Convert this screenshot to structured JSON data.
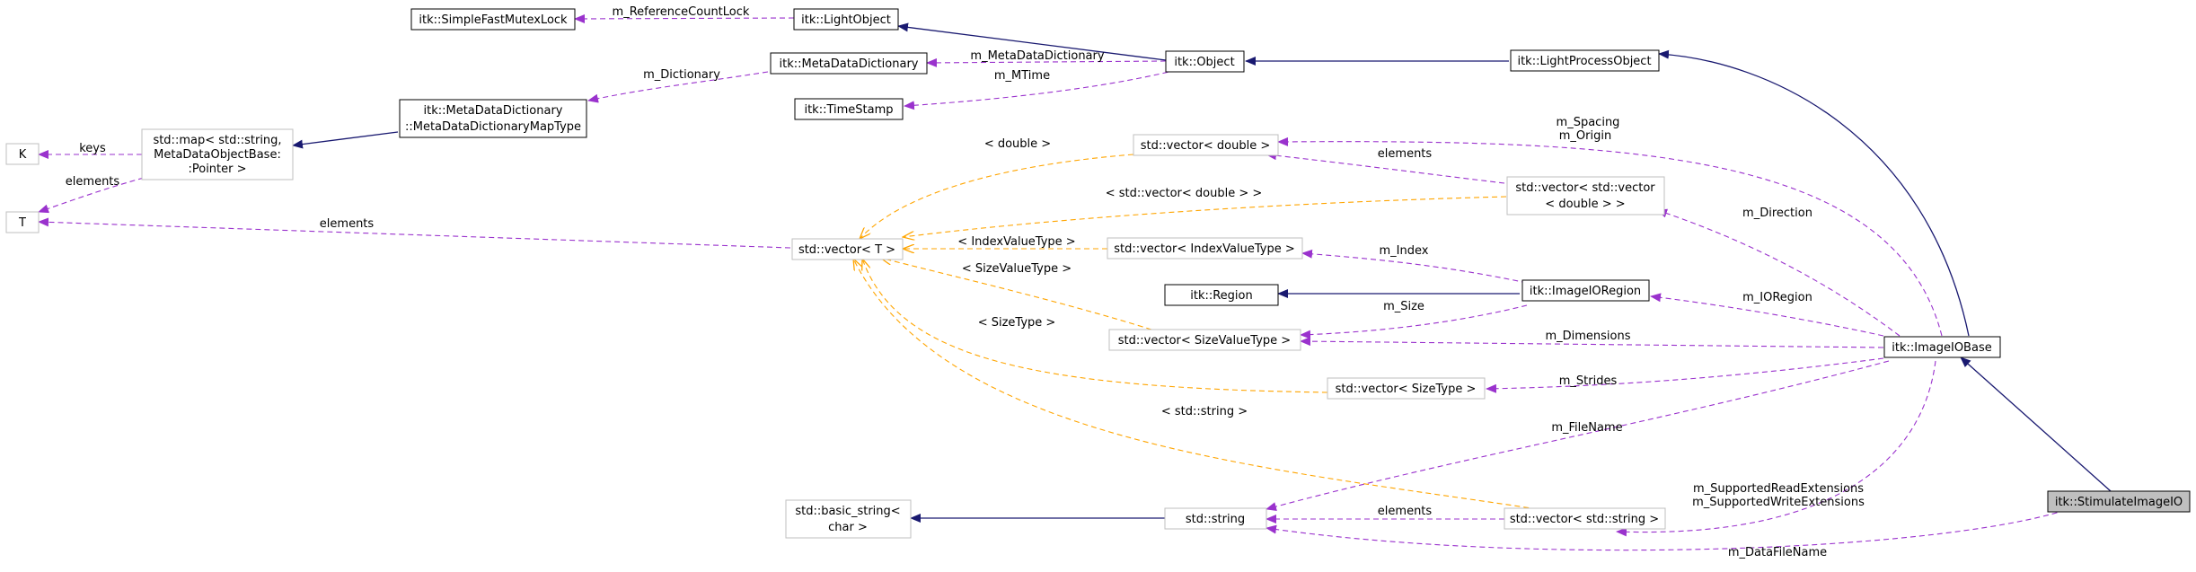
{
  "colors": {
    "inheritance": "#191970",
    "member": "#9a32cd",
    "template": "#ffa500",
    "solid_border": "#000000",
    "template_border": "#bfbfbf",
    "highlight_fill": "#bfbfbf"
  },
  "nodes": {
    "simplefastmutexlock": {
      "label": "itk::SimpleFastMutexLock"
    },
    "lightobject": {
      "label": "itk::LightObject"
    },
    "metadatadictionary": {
      "label": "itk::MetaDataDictionary"
    },
    "object": {
      "label": "itk::Object"
    },
    "lightprocessobject": {
      "label": "itk::LightProcessObject"
    },
    "timestamp": {
      "label": "itk::TimeStamp"
    },
    "maptype": {
      "line1": "itk::MetaDataDictionary",
      "line2": "::MetaDataDictionaryMapType"
    },
    "stdmap": {
      "line1": "std::map< std::string,",
      "line2": "MetaDataObjectBase:",
      "line3": ":Pointer >"
    },
    "k": {
      "label": "K"
    },
    "t": {
      "label": "T"
    },
    "vector_double": {
      "label": "std::vector< double >"
    },
    "vector_vector": {
      "line1": "std::vector< std::vector",
      "line2": "< double > >"
    },
    "vector_t": {
      "label": "std::vector< T >"
    },
    "vector_indexvaluetype": {
      "label": "std::vector< IndexValueType >"
    },
    "region": {
      "label": "itk::Region"
    },
    "imageioregion": {
      "label": "itk::ImageIORegion"
    },
    "vector_sizevaluetype": {
      "label": "std::vector< SizeValueType >"
    },
    "imageiobase": {
      "label": "itk::ImageIOBase"
    },
    "vector_sizetype": {
      "label": "std::vector< SizeType >"
    },
    "basic_string": {
      "line1": "std::basic_string<",
      "line2": "char >"
    },
    "string": {
      "label": "std::string"
    },
    "vector_string": {
      "label": "std::vector< std::string >"
    },
    "stimulateimageio": {
      "label": "itk::StimulateImageIO"
    }
  },
  "edge_labels": {
    "m_referencecountlock": "m_ReferenceCountLock",
    "m_dictionary": "m_Dictionary",
    "m_metadatadictionary": "m_MetaDataDictionary",
    "m_mtime": "m_MTime",
    "keys": "keys",
    "elements_map_t": "elements",
    "elements_vector_t": "elements",
    "double_tpl": "< double >",
    "m_spacing": "m_Spacing",
    "m_origin": "m_Origin",
    "elements_vv": "elements",
    "vector_double_tpl": "< std::vector< double > >",
    "m_direction": "m_Direction",
    "indexvaluetype_tpl": "< IndexValueType >",
    "m_index": "m_Index",
    "sizevaluetype_tpl": "< SizeValueType >",
    "m_ioregion": "m_IORegion",
    "m_size": "m_Size",
    "sizetype_tpl": "< SizeType >",
    "m_dimensions": "m_Dimensions",
    "m_strides": "m_Strides",
    "string_tpl": "< std::string >",
    "m_filename": "m_FileName",
    "m_supportedread": "m_SupportedReadExtensions",
    "m_supportedwrite": "m_SupportedWriteExtensions",
    "elements_vs": "elements",
    "m_datafilename": "m_DataFileName"
  }
}
